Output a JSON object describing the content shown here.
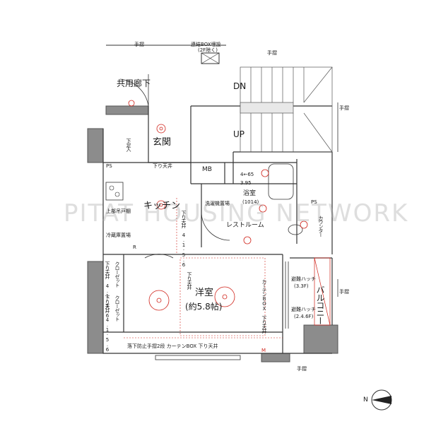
{
  "labels": {
    "handrail": "手摺",
    "shared_corridor": "共用廊下",
    "hydrant_box": "連結BOX埋設",
    "hydrant_floor": "(2F除く)",
    "stair_dn": "DN",
    "stair_up": "UP",
    "entrance": "玄関",
    "shoe_box": "下足入",
    "ceiling_drop": "下り天井",
    "ps": "PS",
    "mb": "MB",
    "kitchen": "キッチン",
    "bathroom": "浴室",
    "bath_size": "(1014)",
    "bath_dims": "4←65",
    "bath_dims2": "3.95",
    "washer_area": "洗濯機置場",
    "restroom": "レストルーム",
    "counter": "カウンター",
    "fridge_area": "冷蔵庫置場",
    "kitchen_upper": "上部吊戸棚",
    "ceiling_h": "下り天井 4.1·5.6",
    "closet": "クローゼット",
    "shelf": "下り天井 4.1·5.6",
    "western_room": "洋室",
    "room_size": "(約5.8帖)",
    "curtain_box": "カーテンBOX 下り天井",
    "bottom_note": "落下防止手摺2段 カーテンBOX 下り天井",
    "evac_hatch_1": "避難ハッチ",
    "evac_hatch_1_size": "(3.3F)",
    "evac_hatch_2": "避難ハッチ",
    "evac_hatch_2_size": "(2.4.6F)",
    "balcony": "バルコニー",
    "r_marker": "R",
    "m_marker": "M",
    "compass": "N"
  },
  "watermark": "PITAT HOUSING NETWORK",
  "colors": {
    "wall": "#555555",
    "wall_fill": "#8c8c8c",
    "thin": "#333333",
    "red": "#d0231a",
    "light_wall": "#bdbdbd"
  }
}
